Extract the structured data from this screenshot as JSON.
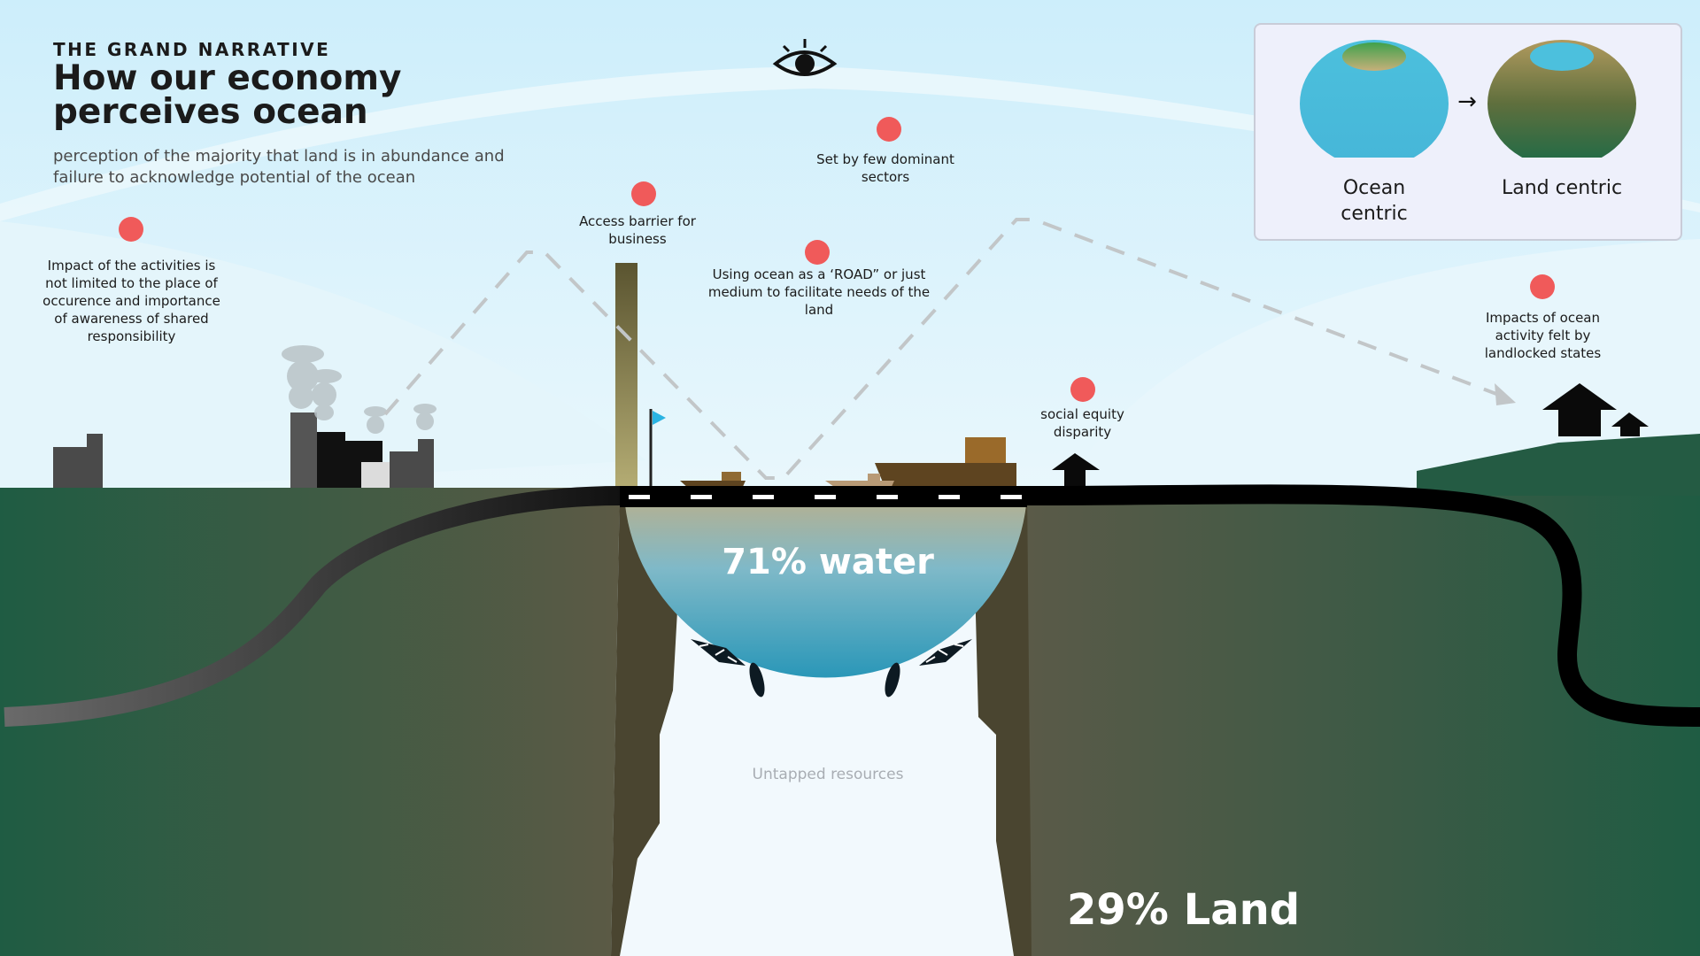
{
  "header": {
    "eyebrow": "THE GRAND NARRATIVE",
    "title": "How our economy perceives ocean",
    "subtitle": "perception of the majority that land is in abundance and failure to acknowledge potential of the ocean"
  },
  "notes": {
    "impact": "Impact of the  activities is not limited to the place of occurence and importance of awareness  of shared responsibility",
    "access": "Access barrier for business",
    "dominant": "Set by few dominant sectors",
    "road": "Using ocean as a ‘ROAD” or just medium to facilitate needs of the land",
    "equity": "social equity disparity",
    "landlocked": "Impacts of ocean activity felt by landlocked states"
  },
  "labels": {
    "water": "71% water",
    "land": "29% Land",
    "untapped": "Untapped resources"
  },
  "legend": {
    "ocean": "Ocean centric",
    "land": "Land centric",
    "arrow": "→"
  },
  "colors": {
    "sky": "#d6effa",
    "land_green": "#1f5c43",
    "land_brown": "#5c5a45",
    "water": "#2d9ec0",
    "marker": "#f05a5a",
    "road": "#000000"
  },
  "icons": {
    "eye": "eye-icon",
    "flag": "flag-icon",
    "house": "house-icon"
  }
}
